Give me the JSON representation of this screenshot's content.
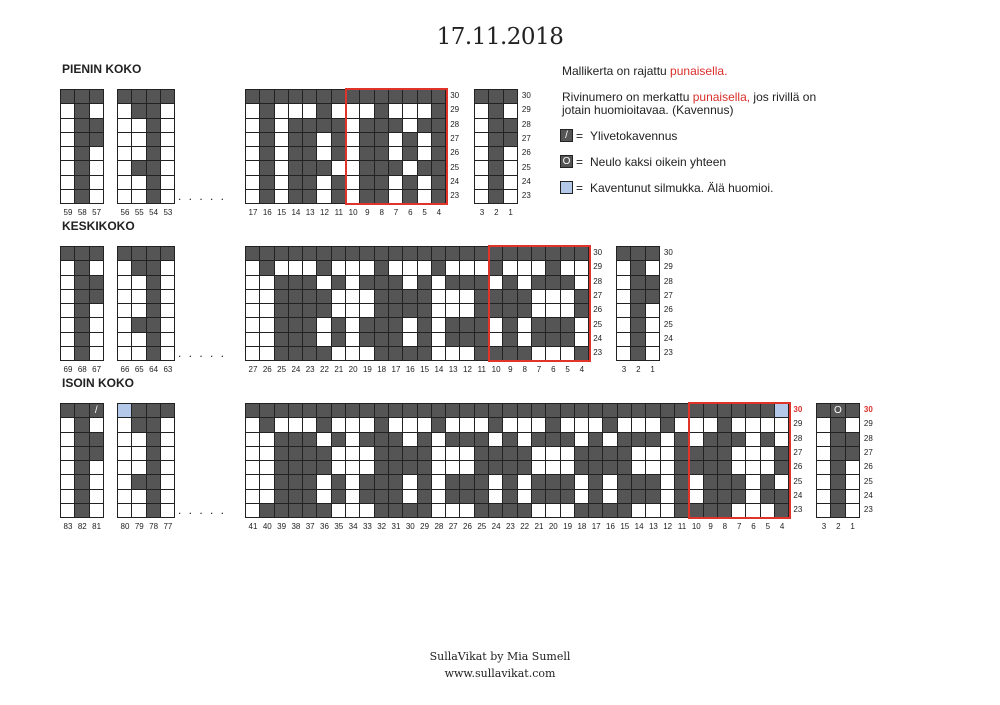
{
  "title": "17.11.2018",
  "legend": {
    "line1_a": "Mallikerta on rajattu ",
    "line1_red": "punaisella.",
    "line2_a": "Rivinumero on merkattu ",
    "line2_red": "punaisella,",
    "line2_b": " jos rivillä on",
    "line3": "jotain huomioitavaa. (Kavennus)",
    "key1_symbol": "/",
    "key1_text": "Ylivetokavennus",
    "key2_symbol": "O",
    "key2_text": "Neulo kaksi oikein yhteen",
    "key3_text": "Kaventunut silmukka. Älä huomioi.",
    "equals": "="
  },
  "dots": ". . . . .",
  "footer": {
    "line1": "SullaVikat by Mia Sumell",
    "line2": "www.sullavikat.com"
  },
  "sections": [
    {
      "name": "PIENIN KOKO",
      "red_rows": [],
      "row_numbers": [
        "30",
        "29",
        "28",
        "27",
        "26",
        "25",
        "24",
        "23"
      ],
      "grids": [
        {
          "cols": [
            "59",
            "58",
            "57"
          ],
          "rows": [
            "ddd",
            "wdw",
            "wdd",
            "wdd",
            "wdw",
            "wdw",
            "wdw",
            "wdw"
          ],
          "rownums": false
        },
        {
          "cols": [
            "56",
            "55",
            "54",
            "53"
          ],
          "rows": [
            "dddd",
            "wddw",
            "wwdw",
            "wwdw",
            "wwdw",
            "wddw",
            "wwdw",
            "wwdw"
          ],
          "rownums": false
        },
        {
          "cols": [
            "17",
            "16",
            "15",
            "14",
            "13",
            "12",
            "11",
            "10",
            "9",
            "8",
            "7",
            "6",
            "5",
            "4"
          ],
          "rows": [
            "dddddddddddddd",
            "wdwwwdwwwdwwwd",
            "wdwddddwdddwdd",
            "wdwddwdwddwdwd",
            "wdwddwdwddwdwd",
            "wdwdddwwdddwdd",
            "wdwddwdwddwdwd",
            "wdwddwdwddwdwd"
          ],
          "rownums": true
        },
        {
          "cols": [
            "3",
            "2",
            "1"
          ],
          "rows": [
            "ddd",
            "wdw",
            "wdd",
            "wdd",
            "wdw",
            "wdw",
            "wdw",
            "wdw"
          ],
          "rownums": true
        }
      ]
    },
    {
      "name": "KESKIKOKO",
      "red_rows": [],
      "row_numbers": [
        "30",
        "29",
        "28",
        "27",
        "26",
        "25",
        "24",
        "23"
      ],
      "grids": [
        {
          "cols": [
            "69",
            "68",
            "67"
          ],
          "rows": [
            "ddd",
            "wdw",
            "wdd",
            "wdd",
            "wdw",
            "wdw",
            "wdw",
            "wdw"
          ],
          "rownums": false
        },
        {
          "cols": [
            "66",
            "65",
            "64",
            "63"
          ],
          "rows": [
            "dddd",
            "wddw",
            "wwdw",
            "wwdw",
            "wwdw",
            "wddw",
            "wwdw",
            "wwdw"
          ],
          "rownums": false
        },
        {
          "cols": [
            "27",
            "26",
            "25",
            "24",
            "23",
            "22",
            "21",
            "20",
            "19",
            "18",
            "17",
            "16",
            "15",
            "14",
            "13",
            "12",
            "11",
            "10",
            "9",
            "8",
            "7",
            "6",
            "5",
            "4"
          ],
          "rows": [
            "dddddddddddddddddddddddd",
            "wdwwwdwwwdwwwdwwwdwwwdww",
            "wwdddwdwdddwdwdddwdwdddw",
            "wwddddwwwddddwwwddddwwwd",
            "wwddddwwwddddwwwddddwwwd",
            "wwdddwdwdddwdwdddwdwdddw",
            "wwdddwdwdddwdwdddwdwdddw",
            "wwddddwwwddddwwwddddwwwd"
          ],
          "rownums": true
        },
        {
          "cols": [
            "3",
            "2",
            "1"
          ],
          "rows": [
            "ddd",
            "wdw",
            "wdd",
            "wdd",
            "wdw",
            "wdw",
            "wdw",
            "wdw"
          ],
          "rownums": true
        }
      ]
    },
    {
      "name": "ISOIN KOKO",
      "red_rows": [
        "30"
      ],
      "row_numbers": [
        "30",
        "29",
        "28",
        "27",
        "26",
        "25",
        "24",
        "23"
      ],
      "grids": [
        {
          "cols": [
            "83",
            "82",
            "81"
          ],
          "rows": [
            "dd/",
            "wdw",
            "wdd",
            "wdd",
            "wdw",
            "wdw",
            "wdw",
            "wdw"
          ],
          "rownums": false
        },
        {
          "cols": [
            "80",
            "79",
            "78",
            "77"
          ],
          "rows": [
            "lddd",
            "wddw",
            "wwdw",
            "wwdw",
            "wwdw",
            "wddw",
            "wwdw",
            "wwdw"
          ],
          "rownums": false
        },
        {
          "cols": [
            "41",
            "40",
            "39",
            "38",
            "37",
            "36",
            "35",
            "34",
            "33",
            "32",
            "31",
            "30",
            "29",
            "28",
            "27",
            "26",
            "25",
            "24",
            "23",
            "22",
            "21",
            "20",
            "19",
            "18",
            "17",
            "16",
            "15",
            "14",
            "13",
            "12",
            "11",
            "10",
            "9",
            "8",
            "7",
            "6",
            "5",
            "4"
          ],
          "rows": [
            "dddddddddddddddddddddddddddddddddddddl",
            "wdwwwdwwwdwwwdwwwdwwwdwwwdwwwdwwwdwwww",
            "wwdddwdwdddwdwdddwdwdddwdwdddwdwdddwdw",
            "wwddddwwwddddwwwddddwwwddddwwwddddwwwd",
            "wwddddwwwddddwwwddddwwwddddwwwddddwwwd",
            "wwdddwdwdddwdwdddwdwdddwdwdddwdwdddwdw",
            "wwdddwdwdddwdwdddwdwdddwdwdddwdwdddwdd",
            "wdddddwwwddddwwwddddwwwddddwwwddddwwwd"
          ],
          "rownums": true
        },
        {
          "cols": [
            "3",
            "2",
            "1"
          ],
          "rows": [
            "dOd",
            "wdw",
            "wdd",
            "wdd",
            "wdw",
            "wdw",
            "wdw",
            "wdw"
          ],
          "rownums": true
        }
      ]
    }
  ],
  "colors": {
    "dark": "#555555",
    "light": "#b4c8ea",
    "red": "#e0342b"
  }
}
